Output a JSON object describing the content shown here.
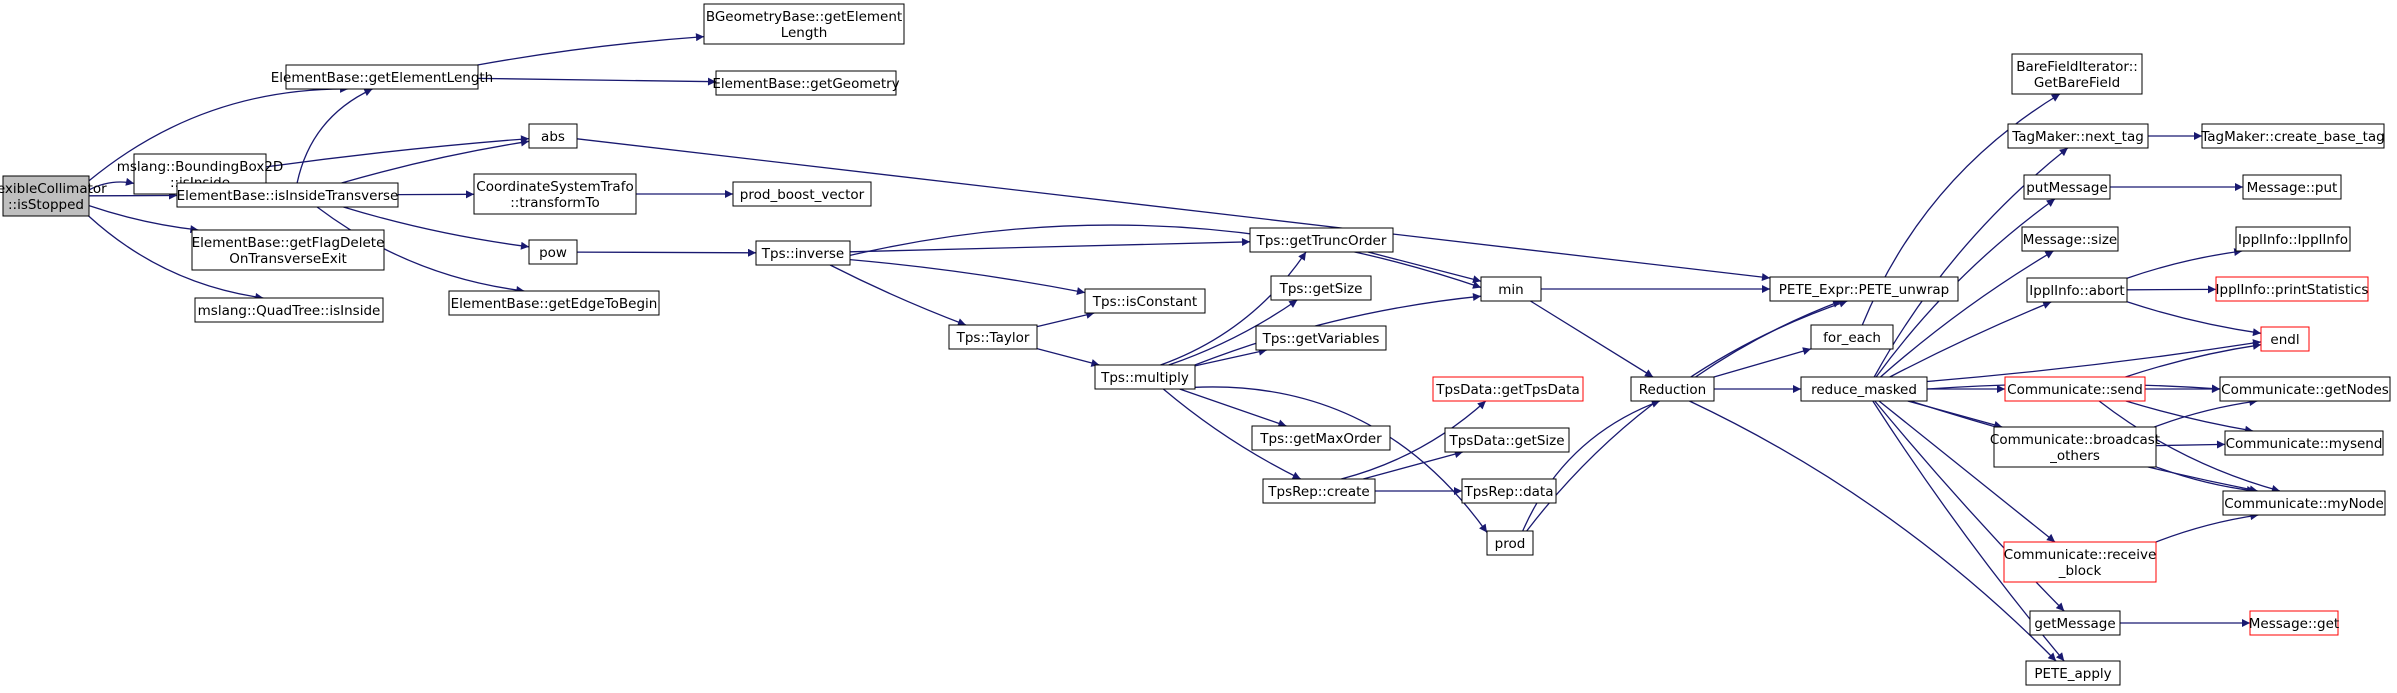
{
  "colors": {
    "edge": "#191970",
    "node_border": "#000000",
    "node_fill": "#ffffff",
    "root_fill": "#bfbfbf",
    "highlight_border": "#ff0000"
  },
  "nodes": {
    "root": {
      "lines": [
        "FlexibleCollimator",
        "::isStopped"
      ]
    },
    "bbox_isInside": {
      "lines": [
        "mslang::BoundingBox2D",
        "::isInside"
      ]
    },
    "getElementLength": {
      "lines": [
        "ElementBase::getElementLength"
      ]
    },
    "bgeom_getElementLength": {
      "lines": [
        "BGeometryBase::getElement",
        "Length"
      ]
    },
    "getGeometry": {
      "lines": [
        "ElementBase::getGeometry"
      ]
    },
    "abs": {
      "lines": [
        "abs"
      ]
    },
    "isInsideTransverse": {
      "lines": [
        "ElementBase::isInsideTransverse"
      ]
    },
    "getFlagDelete": {
      "lines": [
        "ElementBase::getFlagDelete",
        "OnTransverseExit"
      ]
    },
    "quadtree_isInside": {
      "lines": [
        "mslang::QuadTree::isInside"
      ]
    },
    "transformTo": {
      "lines": [
        "CoordinateSystemTrafo",
        "::transformTo"
      ]
    },
    "prod_boost_vector": {
      "lines": [
        "prod_boost_vector"
      ]
    },
    "pow": {
      "lines": [
        "pow"
      ]
    },
    "getEdgeToBegin": {
      "lines": [
        "ElementBase::getEdgeToBegin"
      ]
    },
    "tps_inverse": {
      "lines": [
        "Tps::inverse"
      ]
    },
    "tps_taylor": {
      "lines": [
        "Tps::Taylor"
      ]
    },
    "tps_isConstant": {
      "lines": [
        "Tps::isConstant"
      ]
    },
    "tps_getTruncOrder": {
      "lines": [
        "Tps::getTruncOrder"
      ]
    },
    "tps_getSize": {
      "lines": [
        "Tps::getSize"
      ]
    },
    "tps_getVariables": {
      "lines": [
        "Tps::getVariables"
      ]
    },
    "tps_multiply": {
      "lines": [
        "Tps::multiply"
      ]
    },
    "tps_getMaxOrder": {
      "lines": [
        "Tps::getMaxOrder"
      ]
    },
    "tpsdata_getTpsData": {
      "lines": [
        "TpsData::getTpsData"
      ]
    },
    "tpsdata_getSize": {
      "lines": [
        "TpsData::getSize"
      ]
    },
    "tpsrep_create": {
      "lines": [
        "TpsRep::create"
      ]
    },
    "tpsrep_data": {
      "lines": [
        "TpsRep::data"
      ]
    },
    "prod": {
      "lines": [
        "prod"
      ]
    },
    "min": {
      "lines": [
        "min"
      ]
    },
    "reduction": {
      "lines": [
        "Reduction"
      ]
    },
    "pete_unwrap": {
      "lines": [
        "PETE_Expr::PETE_unwrap"
      ]
    },
    "for_each": {
      "lines": [
        "for_each"
      ]
    },
    "reduce_masked": {
      "lines": [
        "reduce_masked"
      ]
    },
    "getBareField": {
      "lines": [
        "BareFieldIterator::",
        "GetBareField"
      ]
    },
    "next_tag": {
      "lines": [
        "TagMaker::next_tag"
      ]
    },
    "create_base_tag": {
      "lines": [
        "TagMaker::create_base_tag"
      ]
    },
    "putMessage": {
      "lines": [
        "putMessage"
      ]
    },
    "message_put": {
      "lines": [
        "Message::put"
      ]
    },
    "message_size": {
      "lines": [
        "Message::size"
      ]
    },
    "ipplinfo_abort": {
      "lines": [
        "IpplInfo::abort"
      ]
    },
    "ipplinfo_ipplinfo": {
      "lines": [
        "IpplInfo::IpplInfo"
      ]
    },
    "ipplinfo_printStatistics": {
      "lines": [
        "IpplInfo::printStatistics"
      ]
    },
    "endl": {
      "lines": [
        "endl"
      ]
    },
    "comm_send": {
      "lines": [
        "Communicate::send"
      ]
    },
    "comm_getNodes": {
      "lines": [
        "Communicate::getNodes"
      ]
    },
    "comm_broadcast": {
      "lines": [
        "Communicate::broadcast",
        "_others"
      ]
    },
    "comm_mysend": {
      "lines": [
        "Communicate::mysend"
      ]
    },
    "comm_myNode": {
      "lines": [
        "Communicate::myNode"
      ]
    },
    "comm_receive_block": {
      "lines": [
        "Communicate::receive",
        "_block"
      ]
    },
    "getMessage": {
      "lines": [
        "getMessage"
      ]
    },
    "message_get": {
      "lines": [
        "Message::get"
      ]
    },
    "pete_apply": {
      "lines": [
        "PETE_apply"
      ]
    }
  }
}
